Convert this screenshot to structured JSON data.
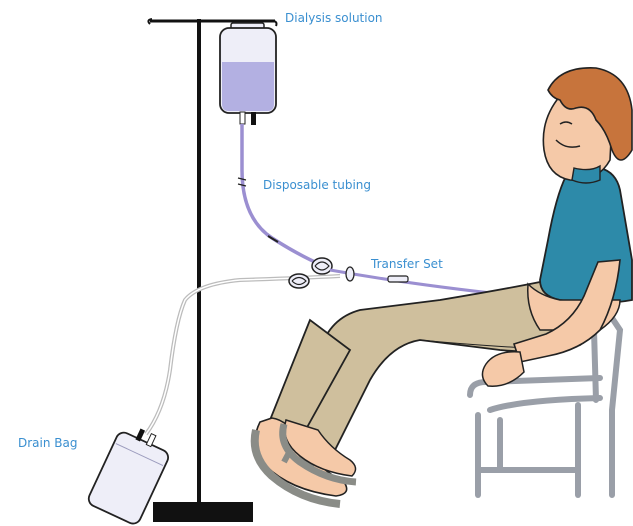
{
  "labels": {
    "dialysis_solution": "Dialysis solution",
    "disposable_tubing": "Disposable tubing",
    "transfer_set": "Transfer Set",
    "drain_bag": "Drain Bag"
  },
  "colors": {
    "label_text": "#3a8fd0",
    "solution_fill": "#b3b0e2",
    "bag_fill": "#eeeef8",
    "tubing": "#9b8fd1",
    "drain_tubing": "#bcbcbc",
    "shirt": "#2d8aa9",
    "pants": "#cfbf9d",
    "skin": "#f5c9a8",
    "hair": "#c7743c",
    "chair": "#9a9fa8",
    "sandal": "#8a8c87",
    "stand": "#111111"
  }
}
